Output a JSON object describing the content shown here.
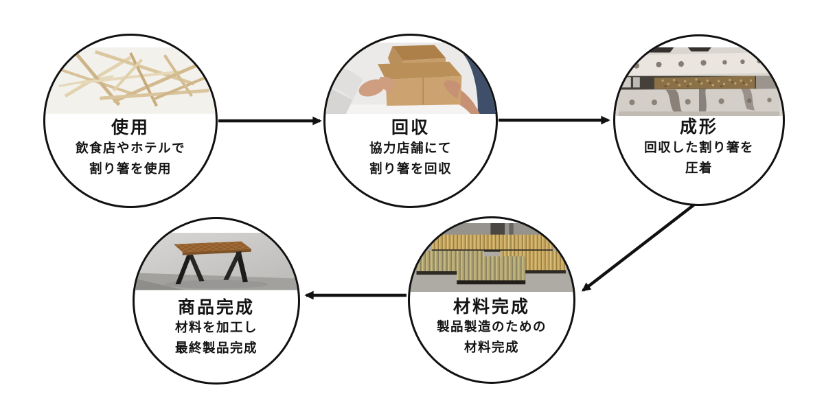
{
  "diagram": {
    "kind": "process-flow",
    "colors": {
      "background": "#ffffff",
      "circle_fill": "#ffffff",
      "stroke": "#111111",
      "text": "#141414"
    },
    "nodes": [
      {
        "id": "use",
        "title": "使用",
        "description_lines": [
          "飲食店やホテルで",
          "割り箸を使用"
        ],
        "image": "used-disposable-chopsticks-photo"
      },
      {
        "id": "collect",
        "title": "回収",
        "description_lines": [
          "協力店舗にて",
          "割り箸を回収"
        ],
        "image": "hands-passing-cardboard-boxes-photo"
      },
      {
        "id": "form",
        "title": "成形",
        "description_lines": [
          "回収した割り箸を",
          "圧着"
        ],
        "image": "chopstick-pressing-machine-photo"
      },
      {
        "id": "material",
        "title": "材料完成",
        "description_lines": [
          "製品製造のための",
          "材料完成"
        ],
        "image": "pressed-chopstick-material-boards-photo"
      },
      {
        "id": "product",
        "title": "商品完成",
        "description_lines": [
          "材料を加工し",
          "最終製品完成"
        ],
        "image": "finished-wooden-table-photo"
      }
    ],
    "arrows": [
      {
        "from": "use",
        "to": "collect"
      },
      {
        "from": "collect",
        "to": "form"
      },
      {
        "from": "form",
        "to": "material"
      },
      {
        "from": "material",
        "to": "product"
      }
    ]
  }
}
